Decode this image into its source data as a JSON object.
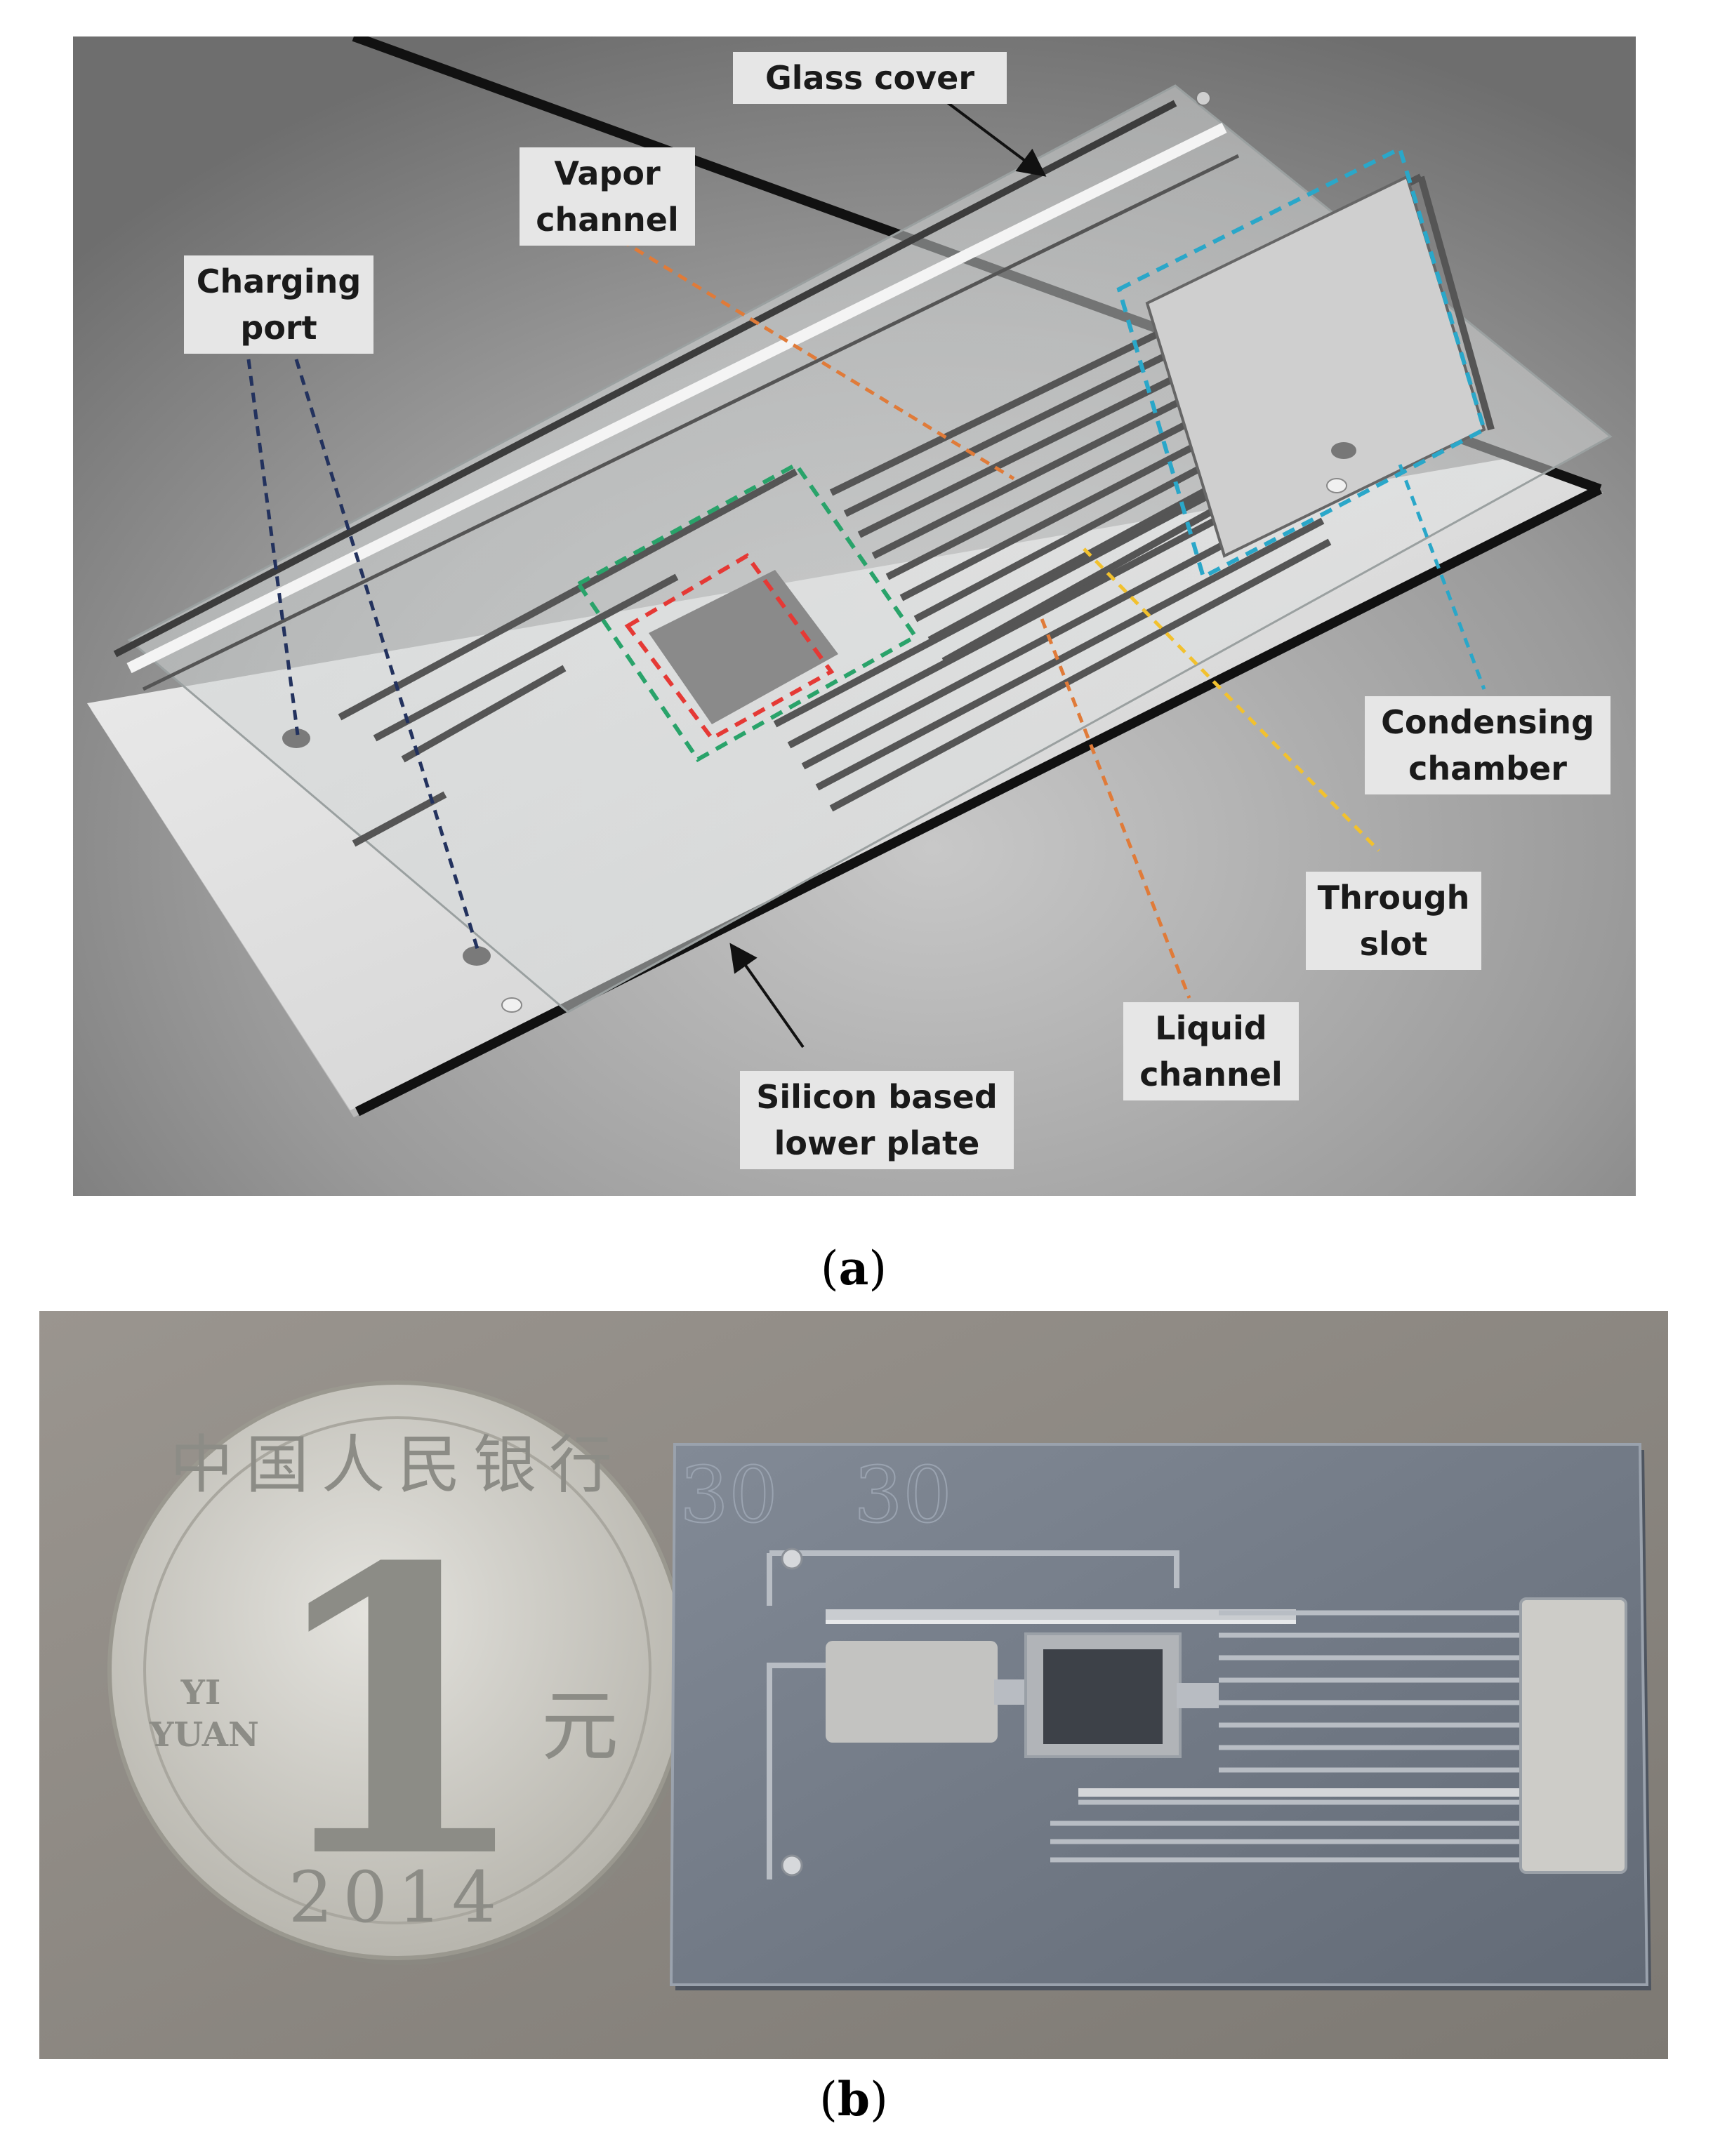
{
  "panel_a": {
    "labels": {
      "glass_cover": "Glass cover",
      "vapor_channel": "Vapor\nchannel",
      "charging_port": "Charging\nport",
      "condensing_chamber": "Condensing\nchamber",
      "through_slot": "Through\nslot",
      "liquid_channel": "Liquid\nchannel",
      "silicon_lower_plate": "Silicon based\nlower plate"
    },
    "caption_open": "(",
    "caption_letter": "a",
    "caption_close": ")",
    "colors": {
      "background": "#8f8f8f",
      "plate": "#d9d9d9",
      "callout_bg": "#e6e6e6",
      "dashed_green": "#29a36a",
      "dashed_red": "#e53935",
      "dashed_cyan": "#2aa7c9",
      "dashed_orange": "#e07b39",
      "dashed_yellow": "#f2c12e",
      "dashed_navy": "#23325e"
    }
  },
  "panel_b": {
    "coin": {
      "top_text": "中国人民银行",
      "numeral": "1",
      "yi": "YI",
      "yuan": "YUAN",
      "yuan_char": "元",
      "year": "2014"
    },
    "chip_marks": [
      "30",
      "30"
    ],
    "caption_open": "(",
    "caption_letter": "b",
    "caption_close": ")",
    "colors": {
      "background": "#8a8680",
      "chip": "#6f7886",
      "coin": "#cfcdc6"
    }
  }
}
